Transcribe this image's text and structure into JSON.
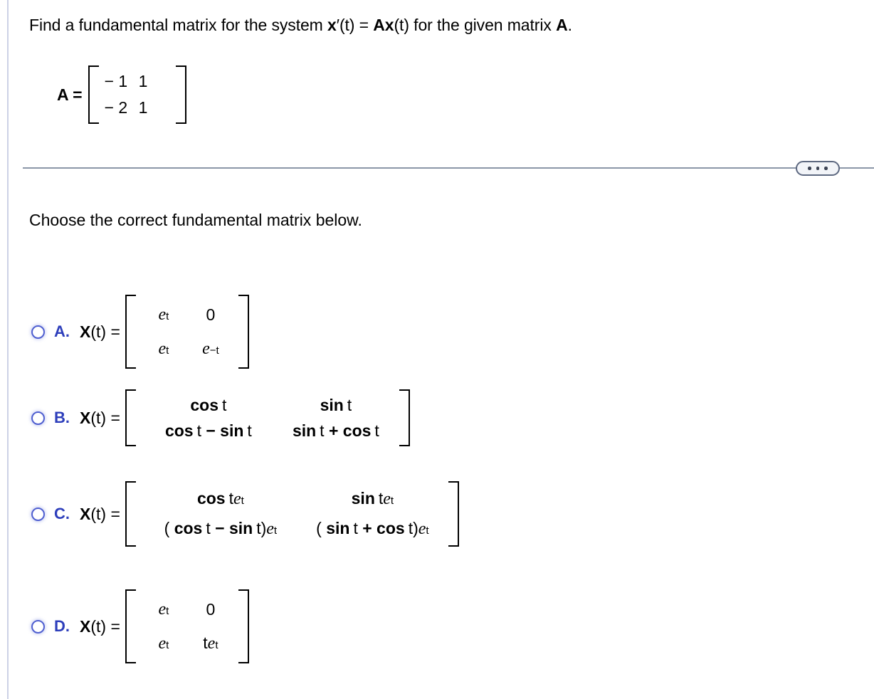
{
  "question": {
    "stem_parts": {
      "p1": "Find a fundamental matrix for the system ",
      "x_bold": "x",
      "prime_t": "′(t) = ",
      "ax_bold": "Ax",
      "p2": "(t) for the given matrix ",
      "a_bold": "A",
      "period": "."
    },
    "matrix_a_label": "A =",
    "matrix_a_rows": [
      [
        "− 1",
        "1"
      ],
      [
        "− 2",
        "1"
      ]
    ]
  },
  "toolbar": {
    "ellipsis_label": "..."
  },
  "prompt": "Choose the correct fundamental matrix below.",
  "options": [
    {
      "letter": "A.",
      "lhs": "X(t) =",
      "cells": [
        [
          {
            "fn": "",
            "body": "e",
            "sup": "t"
          },
          {
            "plain": "0"
          }
        ],
        [
          {
            "fn": "",
            "body": "e",
            "sup": "t"
          },
          {
            "fn": "",
            "body": "e",
            "sup": "−t"
          }
        ]
      ],
      "selected": false
    },
    {
      "letter": "B.",
      "lhs": "X(t) =",
      "cells": [
        [
          {
            "fn": "cos",
            "after": " t"
          },
          {
            "fn": "sin",
            "after": " t"
          }
        ],
        [
          {
            "expr": "cos t − sin t"
          },
          {
            "expr": "sin t + cos t"
          }
        ]
      ],
      "selected": false
    },
    {
      "letter": "C.",
      "lhs": "X(t) =",
      "cells": [
        [
          {
            "fn": "cos",
            "after": " te",
            "sup": "t"
          },
          {
            "fn": "sin",
            "after": " te",
            "sup": "t"
          }
        ],
        [
          {
            "expr": "( cos t − sin t)e",
            "sup": "t"
          },
          {
            "expr": "( sin t + cos t)e",
            "sup": "t"
          }
        ]
      ],
      "selected": false
    },
    {
      "letter": "D.",
      "lhs": "X(t) =",
      "cells": [
        [
          {
            "fn": "",
            "body": "e",
            "sup": "t"
          },
          {
            "plain": "0"
          }
        ],
        [
          {
            "fn": "",
            "body": "e",
            "sup": "t"
          },
          {
            "fn": "",
            "body": "te",
            "sup": "t"
          }
        ]
      ],
      "selected": false
    }
  ],
  "colors": {
    "option_blue": "#2d3ebb",
    "radio_ring": "#4f5fd0",
    "divider": "#8b96a8",
    "pill_border": "#5d6880",
    "pill_fill": "#f2f4f8",
    "page_edge": "#ccd1e6"
  }
}
